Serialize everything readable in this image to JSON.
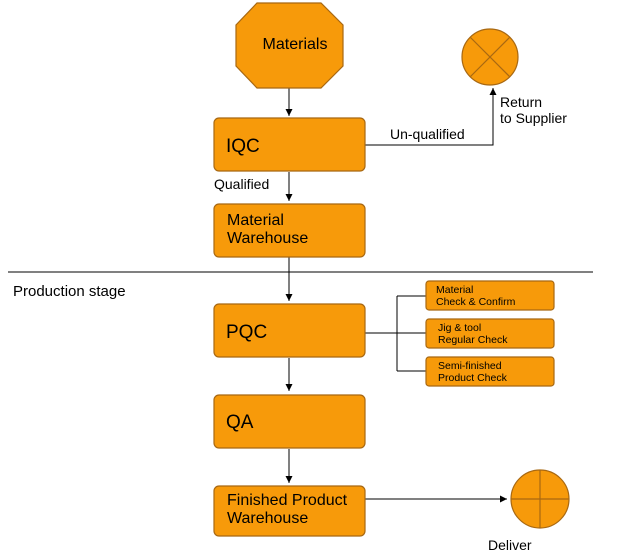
{
  "diagram": {
    "start": "Materials",
    "iqc": "IQC",
    "unqualified": "Un-qualified",
    "return_line1": "Return",
    "return_line2": "to Supplier",
    "qualified": "Qualified",
    "warehouse_line1": "Material",
    "warehouse_line2": "Warehouse",
    "stage": "Production stage",
    "pqc": "PQC",
    "check1_line1": "Material",
    "check1_line2": "Check & Confirm",
    "check2_line1": "Jig & tool",
    "check2_line2": "Regular Check",
    "check3_line1": "Semi-finished",
    "check3_line2": "Product Check",
    "qa": "QA",
    "finished_line1": "Finished Product",
    "finished_line2": "Warehouse",
    "deliver": "Deliver"
  },
  "colors": {
    "node_fill": "#F79A0A",
    "node_stroke": "#A86812",
    "line": "#000000"
  },
  "icons": {
    "reject": "x-circle-icon",
    "deliver": "cross-circle-icon"
  }
}
